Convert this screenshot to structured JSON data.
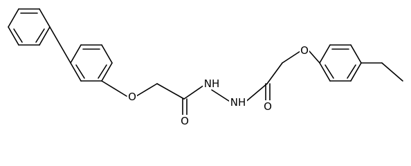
{
  "structure": {
    "atoms": {
      "o_left": "O",
      "nh_left": "NH",
      "nh_right": "NH",
      "o_carbonyl_left": "O",
      "o_carbonyl_right": "O",
      "o_right": "O"
    }
  }
}
